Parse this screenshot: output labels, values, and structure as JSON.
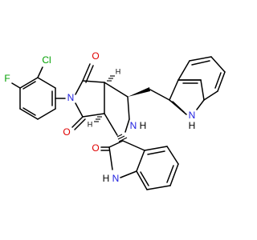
{
  "colors": {
    "bond": "#000000",
    "oxygen": "#e00000",
    "nitrogen": "#2020e0",
    "chlorine": "#00a000",
    "fluorine": "#00a000",
    "stereo_hydrogen": "#000000"
  },
  "labels": {
    "cl": "Cl",
    "f": "F",
    "o_top": "O",
    "o_bottom": "O",
    "o_oxindole": "O",
    "n_imide": "N",
    "n_pyrrolidine": "N",
    "h_pyrrolidine": "H",
    "n_indole": "N",
    "h_indole": "H",
    "n_oxindole": "N",
    "h_oxindole": "H",
    "h_stereo_top": "H",
    "h_stereo_bottom": "H"
  }
}
